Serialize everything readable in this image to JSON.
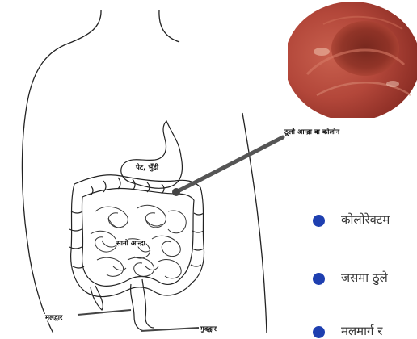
{
  "labels": {
    "colon_callout": "ठूलो आन्द्रा वा कोलोन",
    "stomach": "पेट, भुँडी",
    "small_intestine": "सानो आन्द्रा",
    "rectum": "मलद्वार",
    "anus": "गुदद्वार"
  },
  "bullets": [
    {
      "text": "कोलोरेक्टम"
    },
    {
      "text": "जसमा ठुले"
    },
    {
      "text": "मलमार्ग र"
    }
  ],
  "colors": {
    "bullet": "#1e3fb0",
    "outline": "#222222",
    "pointer": "#555555",
    "endoscopy_bg": "#b84a3c"
  },
  "icons": {
    "bullet": "filled-circle",
    "photo": "colon-endoscopy-photo"
  }
}
